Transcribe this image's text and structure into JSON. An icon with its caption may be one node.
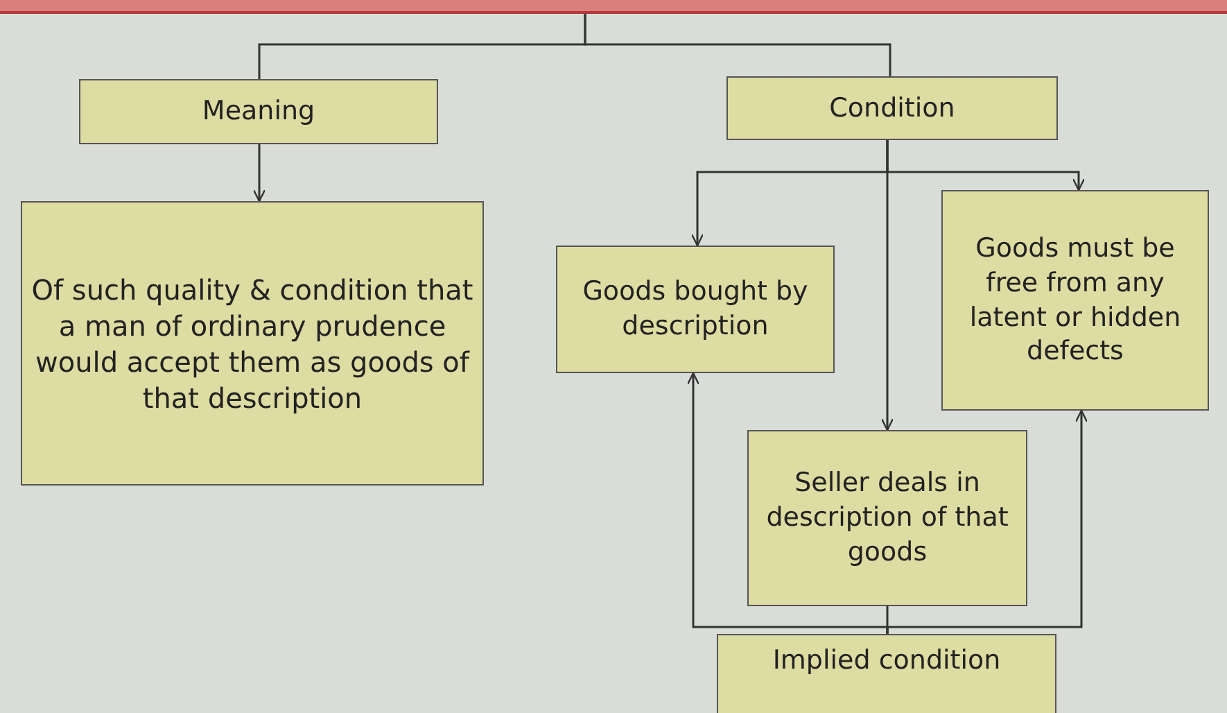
{
  "diagram": {
    "nodes": [
      {
        "text": [],
        "shape": "bar"
      },
      {
        "text": [
          "Meaning"
        ]
      },
      {
        "text": [
          "Condition"
        ]
      },
      {
        "text": [
          "Of such quality & condition that a man of ordinary prudence would accept them as goods of that description"
        ]
      },
      {
        "text": [
          "Goods bought by description"
        ]
      },
      {
        "text": [
          "Goods must be free from any latent or hidden defects"
        ]
      },
      {
        "text": [
          "Seller deals in description of that goods"
        ]
      },
      {
        "text": [
          "Implied condition"
        ]
      }
    ],
    "edges": [
      {
        "from": 0,
        "to": 1,
        "arrow": "none"
      },
      {
        "from": 0,
        "to": 2,
        "arrow": "none"
      },
      {
        "from": 1,
        "to": 3,
        "arrow": "to"
      },
      {
        "from": 2,
        "to": 4,
        "arrow": "to"
      },
      {
        "from": 2,
        "to": 5,
        "arrow": "to"
      },
      {
        "from": 2,
        "to": 6,
        "arrow": "to"
      },
      {
        "from": 7,
        "to": 4,
        "arrow": "to"
      },
      {
        "from": 7,
        "to": 5,
        "arrow": "to"
      },
      {
        "from": 7,
        "to": 6,
        "arrow": "none"
      }
    ]
  }
}
